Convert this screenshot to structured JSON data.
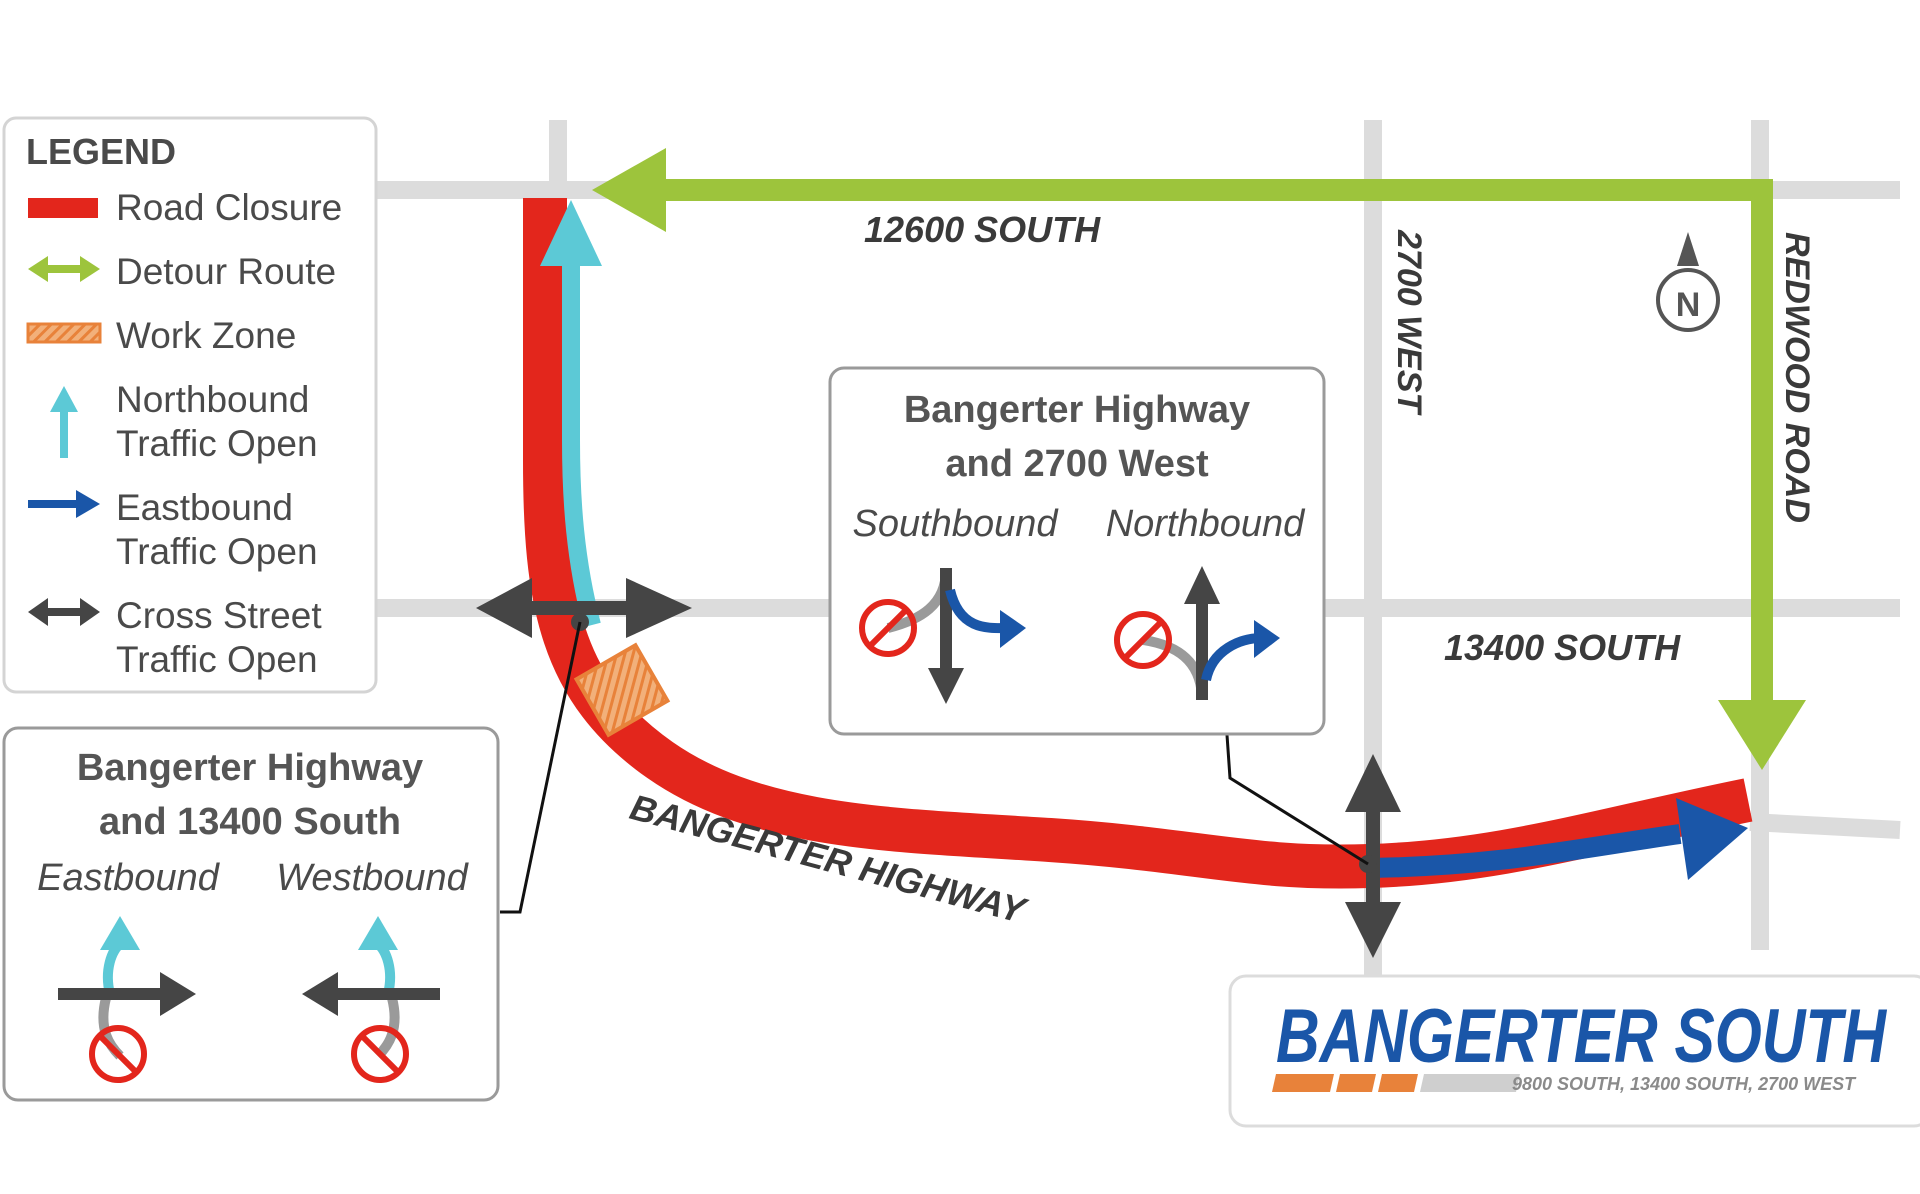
{
  "legend": {
    "title": "LEGEND",
    "items": [
      {
        "line1": "Road Closure",
        "line2": ""
      },
      {
        "line1": "Detour Route",
        "line2": ""
      },
      {
        "line1": "Work Zone",
        "line2": ""
      },
      {
        "line1": "Northbound",
        "line2": "Traffic Open"
      },
      {
        "line1": "Eastbound",
        "line2": "Traffic Open"
      },
      {
        "line1": "Cross Street",
        "line2": "Traffic Open"
      }
    ]
  },
  "streets": {
    "s12600": "12600 SOUTH",
    "s13400": "13400 SOUTH",
    "w2700": "2700 WEST",
    "redwood": "REDWOOD ROAD",
    "bangerter": "BANGERTER HIGHWAY"
  },
  "compass": {
    "label": "N"
  },
  "callout_2700": {
    "title1": "Bangerter Highway",
    "title2": "and 2700 West",
    "left": "Southbound",
    "right": "Northbound"
  },
  "callout_13400": {
    "title1": "Bangerter Highway",
    "title2": "and 13400 South",
    "left": "Eastbound",
    "right": "Westbound"
  },
  "brand": {
    "name": "BANGERTER SOUTH",
    "tagline": "9800 SOUTH, 13400 SOUTH, 2700 WEST"
  },
  "colors": {
    "closure": "#e3261c",
    "detour": "#9dc43c",
    "work_zone": "#e8823a",
    "northbound": "#5cc9d6",
    "eastbound": "#1a56a8",
    "cross_street": "#454545",
    "road": "#dcdcdc",
    "no_turn": "#e3261c"
  }
}
